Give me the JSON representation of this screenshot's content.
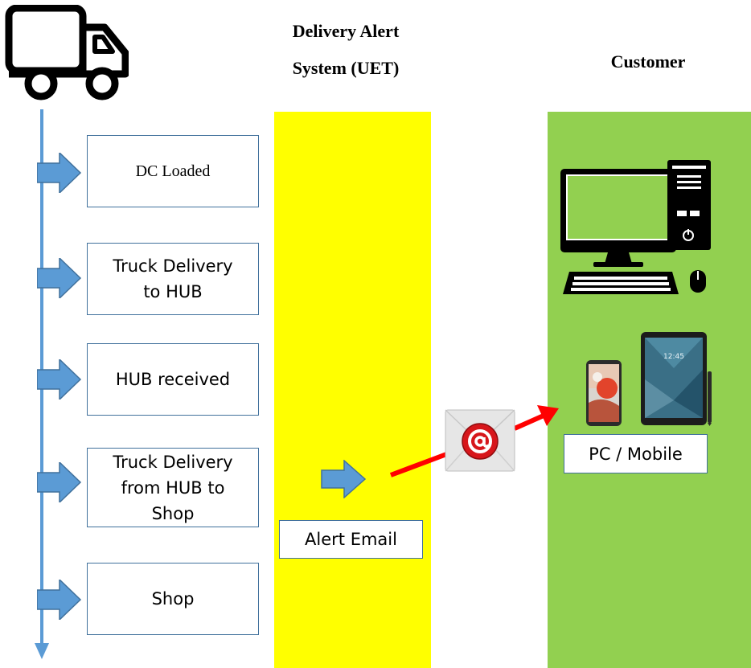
{
  "headings": {
    "system_line1": "Delivery Alert",
    "system_line2": "System (UET)",
    "customer": "Customer"
  },
  "stages": [
    {
      "line1": "DC Loaded",
      "line2": "",
      "line3": ""
    },
    {
      "line1": "Truck Delivery",
      "line2": "to HUB",
      "line3": ""
    },
    {
      "line1": "HUB received",
      "line2": "",
      "line3": ""
    },
    {
      "line1": "Truck Delivery",
      "line2": "from HUB to",
      "line3": "Shop"
    },
    {
      "line1": "Shop",
      "line2": "",
      "line3": ""
    }
  ],
  "alert_label": "Alert Email",
  "device_label": "PC / Mobile",
  "icons": {
    "truck": "truck-icon",
    "email": "email-at-icon",
    "desktop": "desktop-computer-icon",
    "phone": "smartphone-icon",
    "tablet": "tablet-icon"
  },
  "colors": {
    "system_band": "#ffff00",
    "customer_band": "#92d050",
    "timeline": "#5b9bd5",
    "box_border": "#41719c",
    "connector": "#ff0000"
  }
}
